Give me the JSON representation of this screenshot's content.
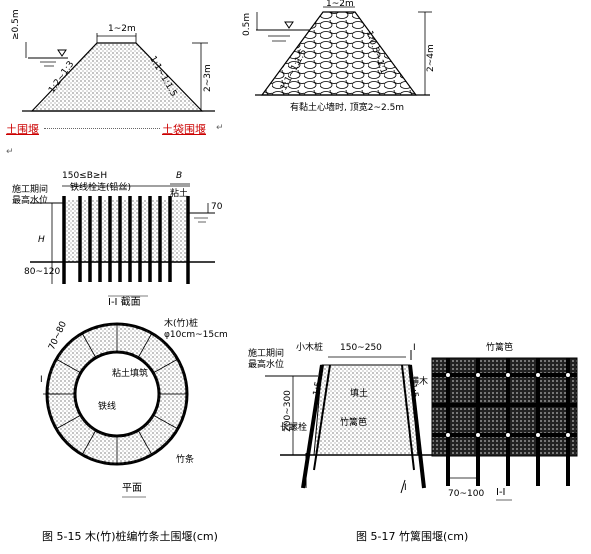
{
  "colors": {
    "ink": "#000000",
    "accent": "#cc0000",
    "fill_grey": "#555555"
  },
  "fig_top_left": {
    "crest": "1~2m",
    "depth": "≥0.5m",
    "slope_left": "1:2~1:3",
    "slope_right": "1:1~1:1.5",
    "height": "2~3m"
  },
  "fig_top_right": {
    "crest": "1~2m",
    "depth": "0.5m",
    "slope_left": "1:1~1:1.5",
    "slope_right": "1:0.5~1:1",
    "height": "2~4m",
    "note": "有黏土心墙时, 顶宽2~2.5m"
  },
  "links": {
    "left_label": "土围堰",
    "right_label": "土袋围堰",
    "return_mark": "↵"
  },
  "fig515_section": {
    "width_label": "150≤B≥H",
    "b_label": "B",
    "water_label_1": "施工期间",
    "water_label_2": "最高水位",
    "wire_label": "铁线栓连(铅丝)",
    "clay_label": "粘土",
    "top_dim": "70",
    "h_label": "H",
    "embed_label": "80~120",
    "section_title": "I-I 截面"
  },
  "fig515_plan": {
    "dim": "70~80",
    "pile_label_1": "木(竹)桩",
    "pile_label_2": "φ10cm~15cm",
    "fill_label": "粘土填筑",
    "wire_label": "铁线",
    "strip_label": "竹条",
    "section_mark": "I",
    "plan_title": "平面"
  },
  "fig517": {
    "water_label_1": "施工期间",
    "water_label_2": "最高水位",
    "small_pile": "小木桩",
    "top_width": "150~250",
    "section_mark": "I",
    "fill": "填土",
    "slope": "1:5",
    "height": "200~300",
    "long_pile": "长螺栓",
    "cage": "竹篱笆",
    "cage_top": "竹篱笆",
    "cross_bar": "横木",
    "spacing": "70~100",
    "section_title": "I-I"
  },
  "captions": {
    "left": "图 5-15   木(竹)桩编竹条土围堰(cm)",
    "right": "图 5-17   竹篱围堰(cm)"
  }
}
